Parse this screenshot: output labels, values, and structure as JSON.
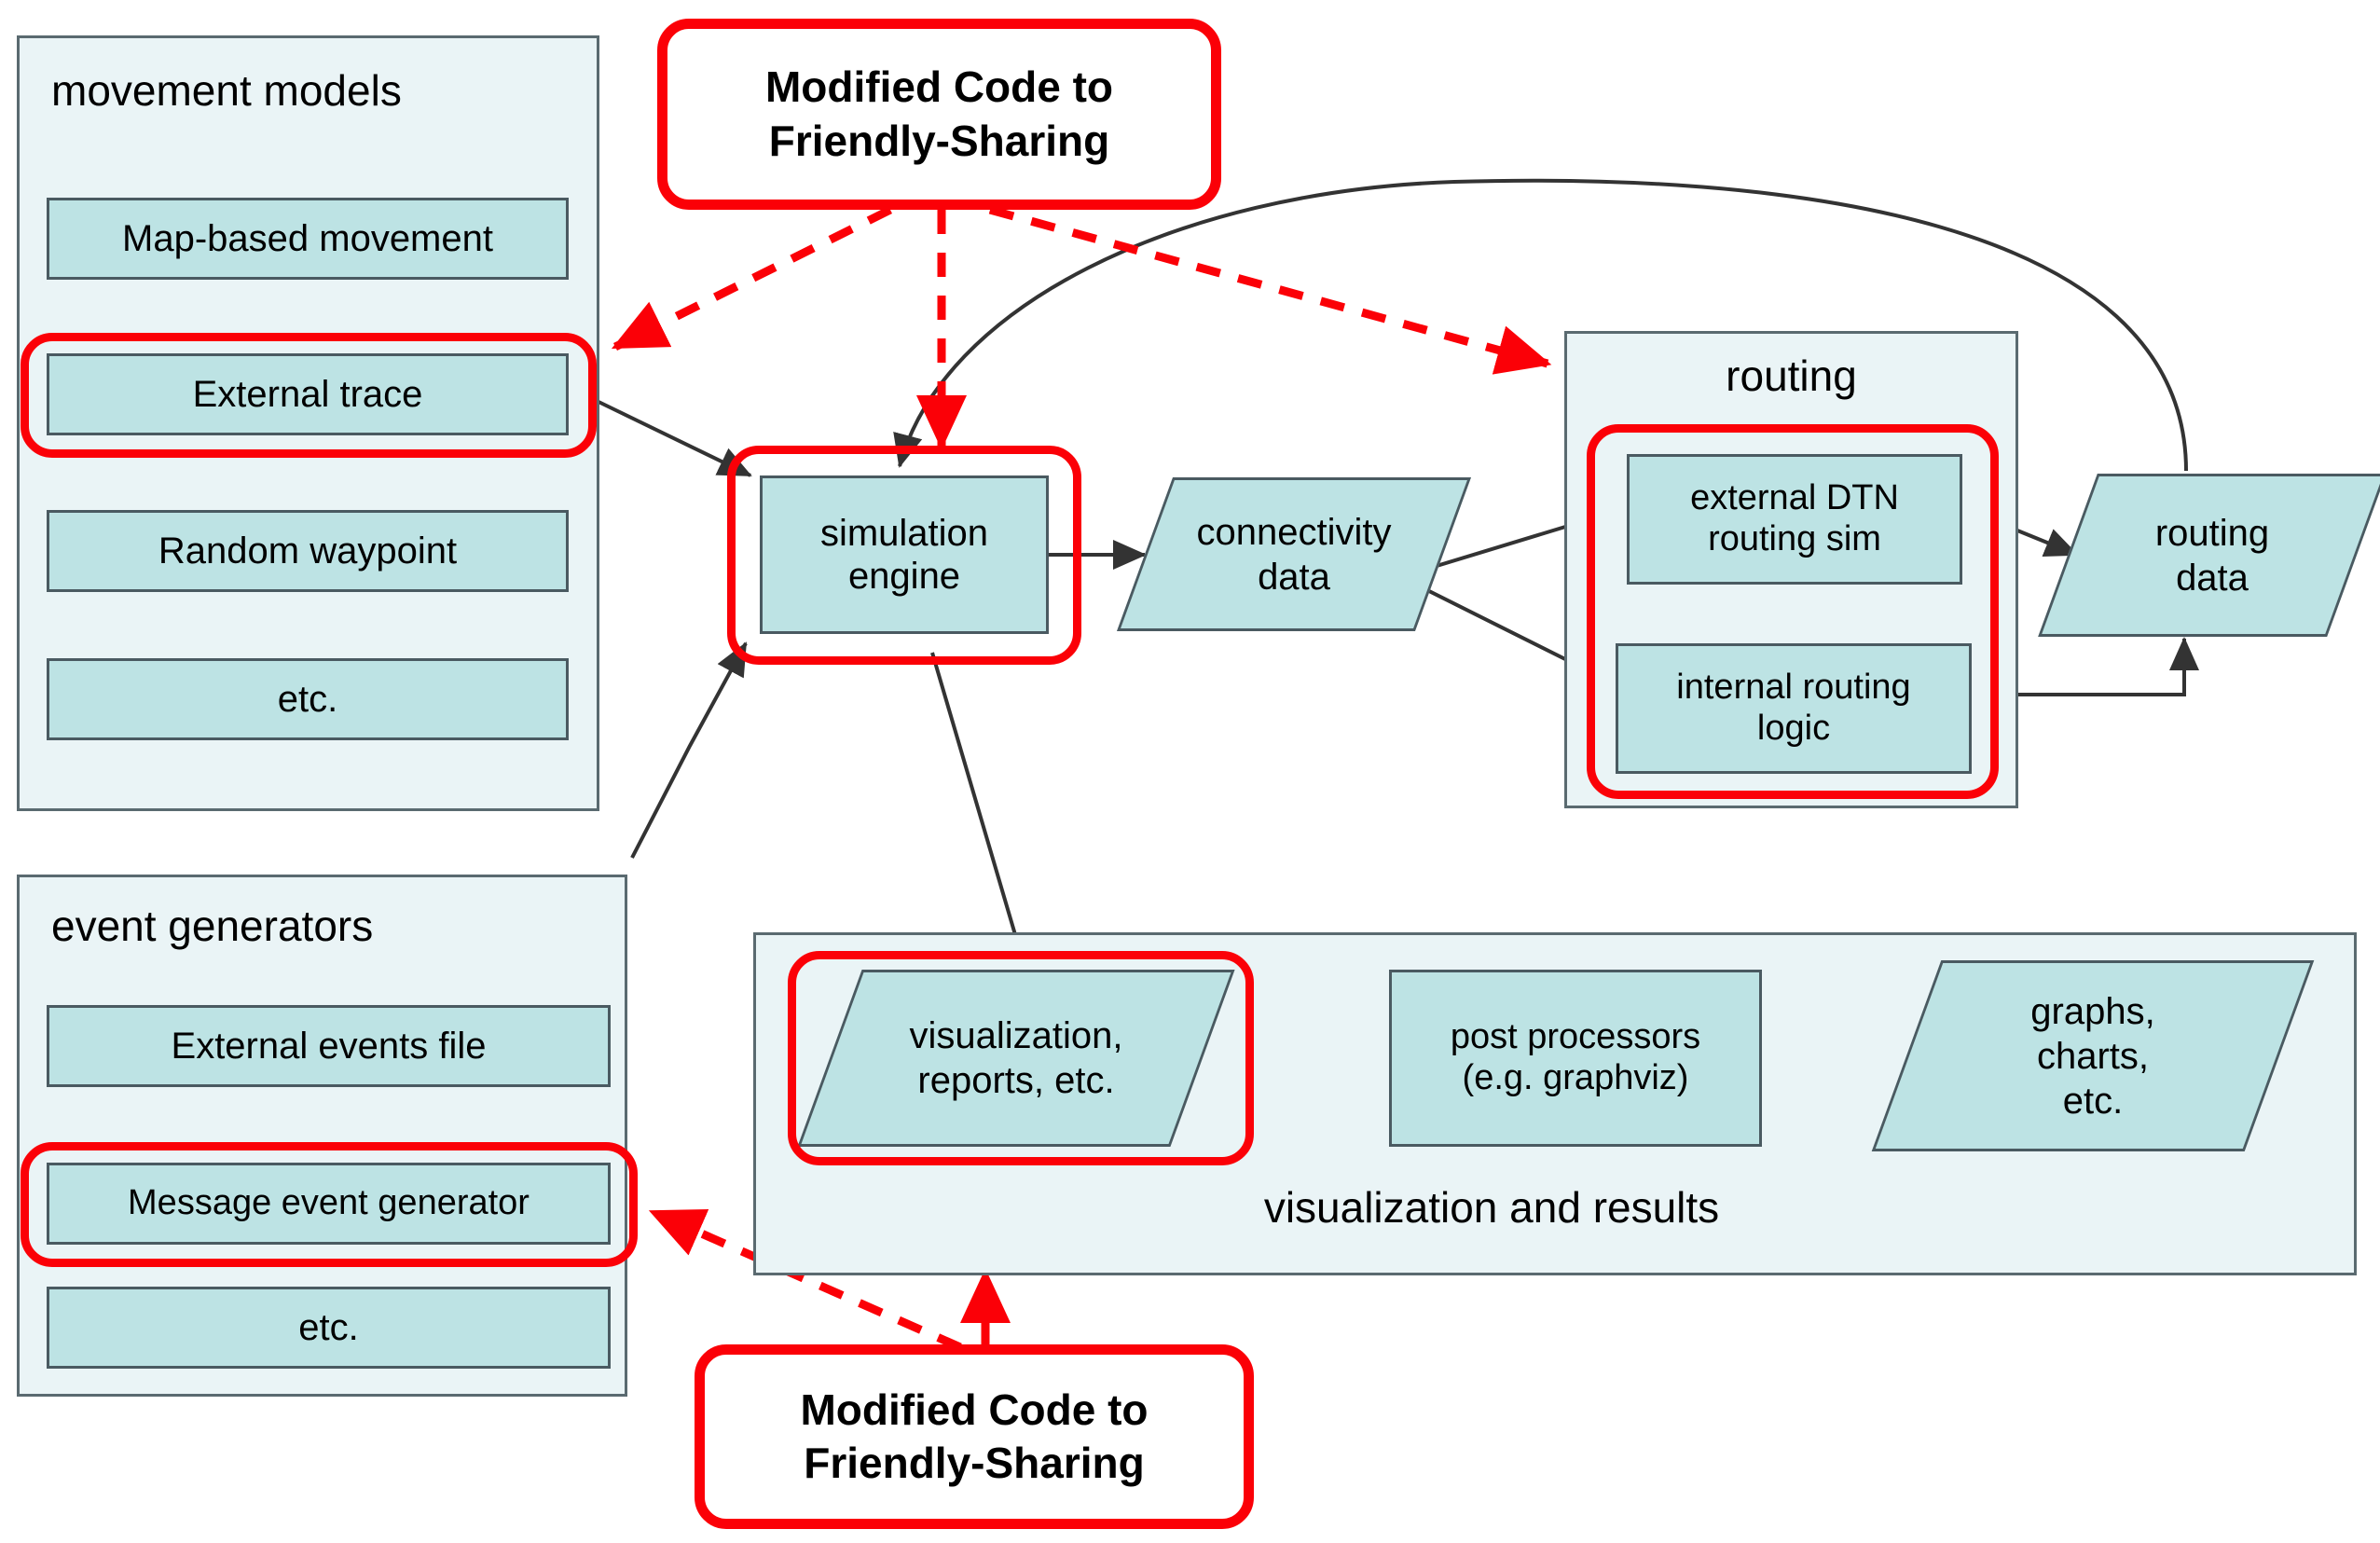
{
  "colors": {
    "panel_fill": "#eaf4f6",
    "node_fill": "#bde3e4",
    "node_border": "#4a5a61",
    "highlight_red": "#fb0007",
    "arrow_black": "#333333"
  },
  "groups": {
    "movement_models": {
      "title": "movement models",
      "items": [
        {
          "label": "Map-based movement",
          "highlighted": false
        },
        {
          "label": "External trace",
          "highlighted": true
        },
        {
          "label": "Random waypoint",
          "highlighted": false
        },
        {
          "label": "etc.",
          "highlighted": false
        }
      ]
    },
    "event_generators": {
      "title": "event generators",
      "items": [
        {
          "label": "External events file",
          "highlighted": false
        },
        {
          "label": "Message event generator",
          "highlighted": true
        },
        {
          "label": "etc.",
          "highlighted": false
        }
      ]
    },
    "routing": {
      "title": "routing",
      "items": [
        {
          "label": "external DTN routing sim",
          "highlighted": true
        },
        {
          "label": "internal routing logic",
          "highlighted": true
        }
      ]
    },
    "visualization_results": {
      "title": "visualization and results",
      "items": [
        {
          "label": "visualization, reports, etc.",
          "shape": "parallelogram",
          "highlighted": true
        },
        {
          "label": "post processors (e.g. graphviz)",
          "shape": "rect",
          "highlighted": false
        },
        {
          "label": "graphs, charts, etc.",
          "shape": "parallelogram",
          "highlighted": false
        }
      ]
    }
  },
  "nodes": {
    "simulation_engine": {
      "label": "simulation engine",
      "highlighted": true
    },
    "connectivity_data": {
      "label": "connectivity data",
      "highlighted": false
    },
    "routing_data": {
      "label": "routing data",
      "highlighted": false
    }
  },
  "node_lines": {
    "simulation_engine_l1": "simulation",
    "simulation_engine_l2": "engine",
    "connectivity_data_l1": "connectivity",
    "connectivity_data_l2": "data",
    "routing_data_l1": "routing",
    "routing_data_l2": "data",
    "external_dtn_l1": "external DTN",
    "external_dtn_l2": "routing sim",
    "internal_routing_l1": "internal routing",
    "internal_routing_l2": "logic",
    "visualization_l1": "visualization,",
    "visualization_l2": "reports, etc.",
    "post_proc_l1": "post processors",
    "post_proc_l2": "(e.g. graphviz)",
    "graphs_l1": "graphs,",
    "graphs_l2": "charts,",
    "graphs_l3": "etc."
  },
  "callouts": {
    "top": {
      "line1": "Modified Code to",
      "line2": "Friendly-Sharing"
    },
    "bottom": {
      "line1": "Modified Code to",
      "line2": "Friendly-Sharing"
    }
  }
}
